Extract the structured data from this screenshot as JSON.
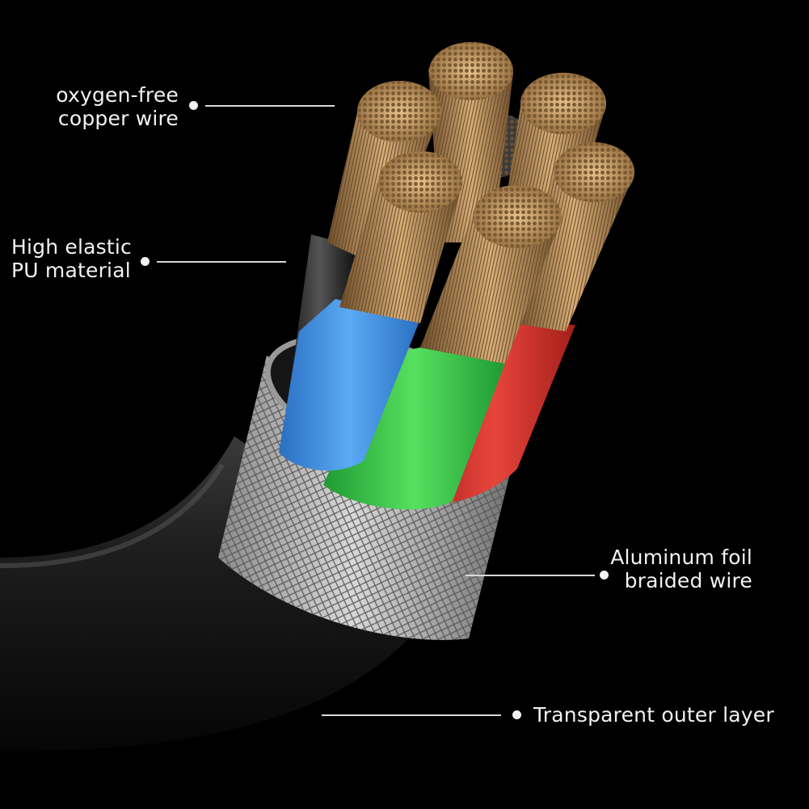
{
  "labels": {
    "copper": {
      "line1": "oxygen-free",
      "line2": "copper wire"
    },
    "pu": {
      "line1": "High elastic",
      "line2": "PU material"
    },
    "foil": {
      "line1": "Aluminum foil",
      "line2": "braided wire"
    },
    "outer": {
      "text": "Transparent outer layer"
    }
  },
  "colors": {
    "background": "#000000",
    "copper": "#c89a62",
    "insulation_blue": "#3d8fe0",
    "insulation_green": "#2fbf45",
    "insulation_red": "#d62f2a",
    "insulation_black": "#2a2a2a",
    "braid": "#b9b9b9",
    "jacket": "#1c1c1c"
  }
}
